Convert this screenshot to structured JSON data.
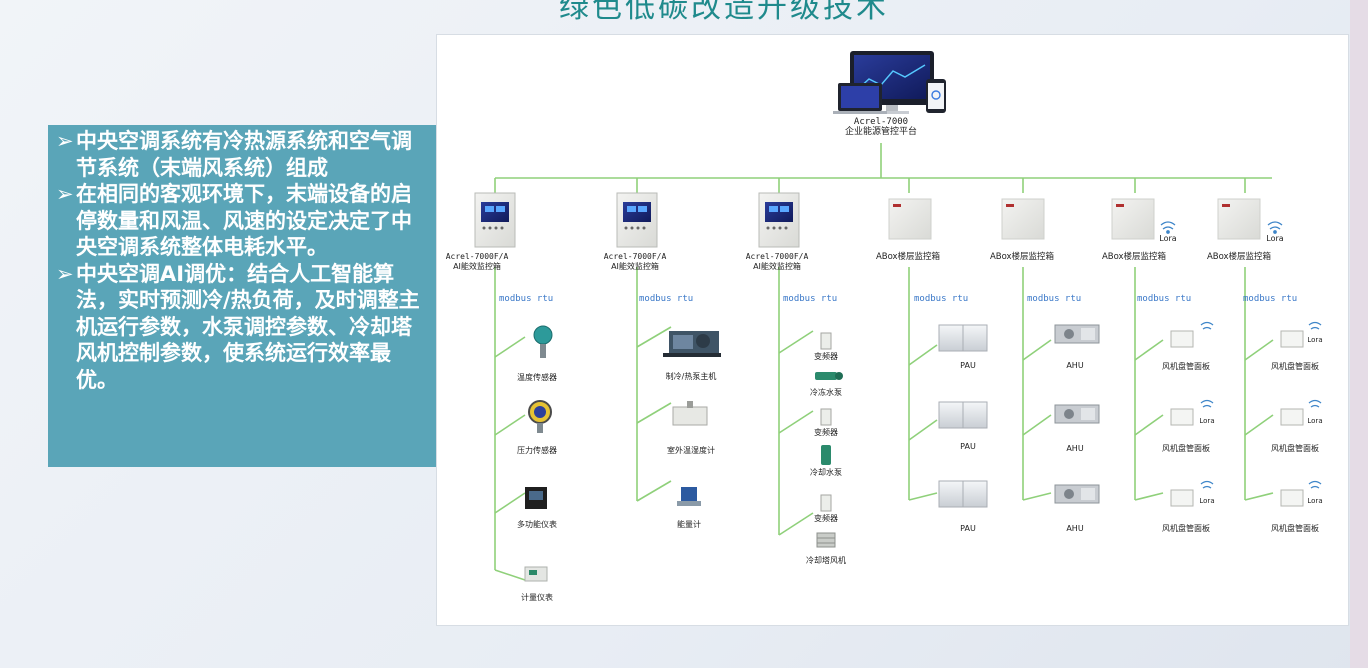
{
  "header": {
    "title": "绿色低碳改造升级技术"
  },
  "info_panel": {
    "bullet_marker": "➢",
    "bullets": [
      "中央空调系统有冷热源系统和空气调节系统（末端风系统）组成",
      "在相同的客观环境下，末端设备的启停数量和风温、风速的设定决定了中央空调系统整体电耗水平。",
      "中央空调AI调优：结合人工智能算法，实时预测冷/热负荷，及时调整主机运行参数，水泵调控参数、冷却塔风机控制参数，使系统运行效率最优。"
    ]
  },
  "diagram": {
    "platform": {
      "name": "Acrel-7000",
      "desc": "企业能源管控平台"
    },
    "protocol": "modbus rtu",
    "lora": "Lora",
    "controllers": [
      {
        "line1": "Acrel-7000F/A",
        "line2": "AI能效监控箱"
      },
      {
        "line1": "Acrel-7000F/A",
        "line2": "AI能效监控箱"
      },
      {
        "line1": "Acrel-7000F/A",
        "line2": "AI能效监控箱"
      }
    ],
    "abox_label": "ABox楼层监控箱",
    "col1_devices": [
      "温度传感器",
      "压力传感器",
      "多功能仪表",
      "计量仪表"
    ],
    "col2_devices": [
      "制冷/热泵主机",
      "室外温湿度计",
      "能量计"
    ],
    "col3_devices": [
      "变频器",
      "冷冻水泵",
      "变频器",
      "冷却水泵",
      "变频器",
      "冷却塔风机"
    ],
    "pau_label": "PAU",
    "ahu_label": "AHU",
    "fcu_label": "风机盘管面板"
  },
  "colors": {
    "accent_teal": "#1f8a8c",
    "panel_bg": "#5aa5b8",
    "link_green": "#8fd07a"
  }
}
